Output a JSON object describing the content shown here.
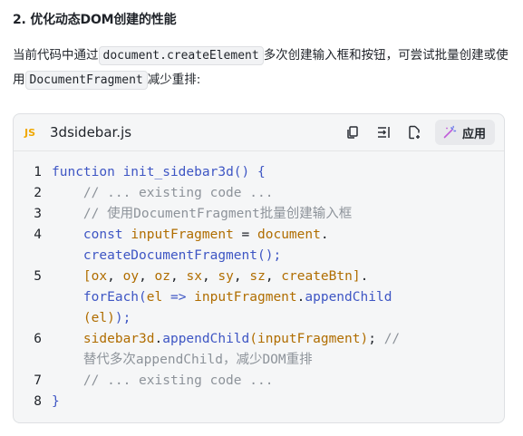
{
  "heading": "2. 优化动态DOM创建的性能",
  "para": {
    "part1": "当前代码中通过",
    "code1": "document.createElement",
    "part2": "多次创建输入框和按钮，可尝试批量创建或使用",
    "code2": "DocumentFragment",
    "part3": "减少重排:"
  },
  "card": {
    "lang_badge": "JS",
    "filename": "3dsidebar.js",
    "apply_label": "应用",
    "icons": [
      "copy-icon",
      "insert-icon",
      "new-file-icon",
      "apply-magic-icon"
    ]
  },
  "code_lines": [
    {
      "num": "1",
      "tokens": [
        [
          "kw",
          "function "
        ],
        [
          "fn",
          "init_sidebar3d"
        ],
        [
          "kw",
          "() {"
        ]
      ]
    },
    {
      "num": "2",
      "tokens": [
        [
          "cm",
          "    // ... existing code ..."
        ]
      ]
    },
    {
      "num": "3",
      "tokens": [
        [
          "cm",
          "    // 使用DocumentFragment批量创建输入框"
        ]
      ]
    },
    {
      "num": "4",
      "tokens": [
        [
          "pl",
          "    "
        ],
        [
          "kw",
          "const "
        ],
        [
          "var",
          "inputFragment"
        ],
        [
          "pl",
          " = "
        ],
        [
          "var",
          "document"
        ],
        [
          "pl",
          "."
        ]
      ]
    },
    {
      "num": "",
      "tokens": [
        [
          "pl",
          "    "
        ],
        [
          "fn",
          "createDocumentFragment"
        ],
        [
          "kw",
          "();"
        ]
      ]
    },
    {
      "num": "5",
      "tokens": [
        [
          "pl",
          "    "
        ],
        [
          "var",
          "[ox"
        ],
        [
          "pl",
          ", "
        ],
        [
          "var",
          "oy"
        ],
        [
          "pl",
          ", "
        ],
        [
          "var",
          "oz"
        ],
        [
          "pl",
          ", "
        ],
        [
          "var",
          "sx"
        ],
        [
          "pl",
          ", "
        ],
        [
          "var",
          "sy"
        ],
        [
          "pl",
          ", "
        ],
        [
          "var",
          "sz"
        ],
        [
          "pl",
          ", "
        ],
        [
          "var",
          "createBtn]"
        ],
        [
          "pl",
          "."
        ]
      ]
    },
    {
      "num": "",
      "tokens": [
        [
          "pl",
          "    "
        ],
        [
          "fn",
          "forEach"
        ],
        [
          "kw",
          "("
        ],
        [
          "var",
          "el"
        ],
        [
          "kw",
          " => "
        ],
        [
          "var",
          "inputFragment"
        ],
        [
          "pl",
          "."
        ],
        [
          "fn",
          "appendChild"
        ]
      ]
    },
    {
      "num": "",
      "tokens": [
        [
          "pl",
          "    "
        ],
        [
          "var",
          "(el)"
        ],
        [
          "kw",
          ");"
        ]
      ]
    },
    {
      "num": "6",
      "tokens": [
        [
          "pl",
          "    "
        ],
        [
          "var",
          "sidebar3d"
        ],
        [
          "pl",
          "."
        ],
        [
          "fn",
          "appendChild"
        ],
        [
          "var",
          "(inputFragment)"
        ],
        [
          "pl",
          "; "
        ],
        [
          "cm",
          "//"
        ]
      ]
    },
    {
      "num": "",
      "tokens": [
        [
          "cm",
          "    替代多次appendChild，减少DOM重排"
        ]
      ]
    },
    {
      "num": "7",
      "tokens": [
        [
          "cm",
          "    // ... existing code ..."
        ]
      ]
    },
    {
      "num": "8",
      "tokens": [
        [
          "kw",
          "}"
        ]
      ]
    }
  ]
}
